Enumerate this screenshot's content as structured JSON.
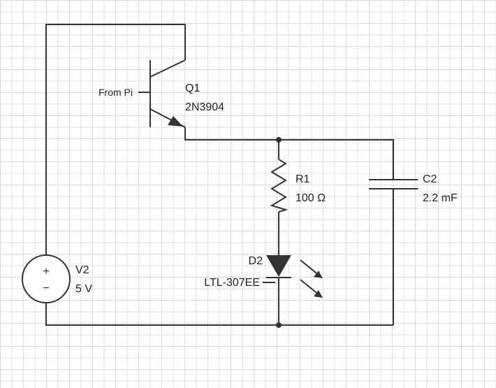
{
  "diagram": {
    "input_label": "From Pi",
    "transistor": {
      "ref": "Q1",
      "part": "2N3904"
    },
    "resistor": {
      "ref": "R1",
      "value": "100 Ω"
    },
    "capacitor": {
      "ref": "C2",
      "value": "2.2 mF"
    },
    "led": {
      "ref": "D2",
      "part": "LTL-307EE"
    },
    "source": {
      "ref": "V2",
      "value": "5 V",
      "plus": "+",
      "minus": "−"
    }
  },
  "colors": {
    "wire": "#333333",
    "grid": "#dcdcdc",
    "background": "#ffffff"
  }
}
